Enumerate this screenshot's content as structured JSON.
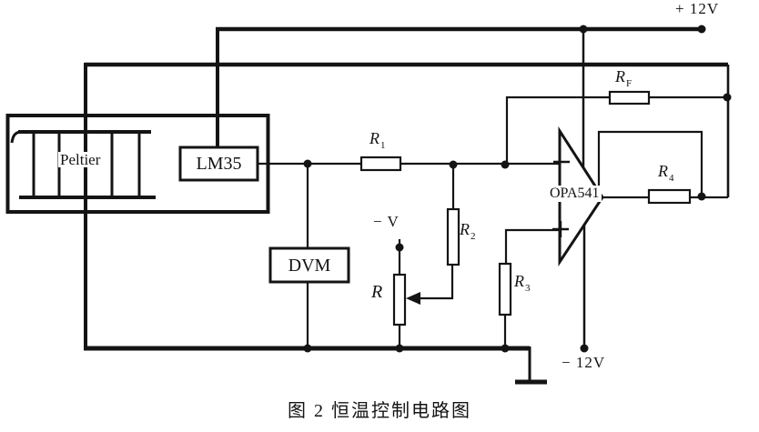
{
  "figure": {
    "caption": "图 2  恒温控制电路图"
  },
  "power": {
    "positive_supply": "+ 12V",
    "negative_supply": "− 12V",
    "negative_reference": "− V"
  },
  "components": {
    "peltier": {
      "label": "Peltier"
    },
    "lm35": {
      "label": "LM35"
    },
    "dvm": {
      "label": "DVM"
    },
    "opamp": {
      "label": "OPA541"
    },
    "r1": {
      "base": "R",
      "sub": "1"
    },
    "r2": {
      "base": "R",
      "sub": "2"
    },
    "r3": {
      "base": "R",
      "sub": "3"
    },
    "r4": {
      "base": "R",
      "sub": "4"
    },
    "rf": {
      "base": "R",
      "sub": "F"
    },
    "potentiometer": {
      "label": "R"
    }
  },
  "colors": {
    "ink": "#141414",
    "paper": "#ffffff"
  }
}
